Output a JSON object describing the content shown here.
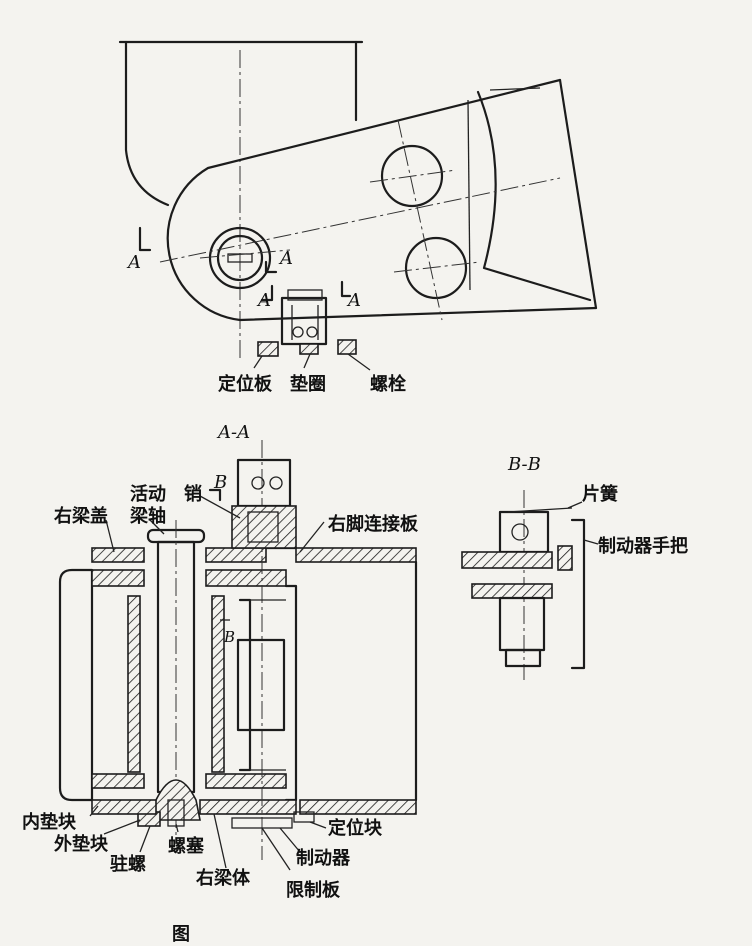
{
  "labels": {
    "locating_plate": "定位板",
    "washer": "垫圈",
    "bolt": "螺栓",
    "right_beam_cover": "右梁盖",
    "movable_beam_shaft_1": "活动",
    "movable_beam_shaft_2": "梁轴",
    "pin": "销",
    "right_leg_connecting_plate": "右脚连接板",
    "leaf_spring": "片簧",
    "brake_handle": "制动器手把",
    "inner_pad_block": "内垫块",
    "outer_pad_block": "外垫块",
    "stud_screw": "驻螺",
    "screw_plug": "螺塞",
    "right_beam_body": "右梁体",
    "locating_block": "定位块",
    "brake": "制动器",
    "limiting_plate": "限制板"
  },
  "section_marks": {
    "section_a_title": "A-A",
    "section_b_title": "B-B",
    "a": "A",
    "b": "B"
  },
  "caption": "图"
}
